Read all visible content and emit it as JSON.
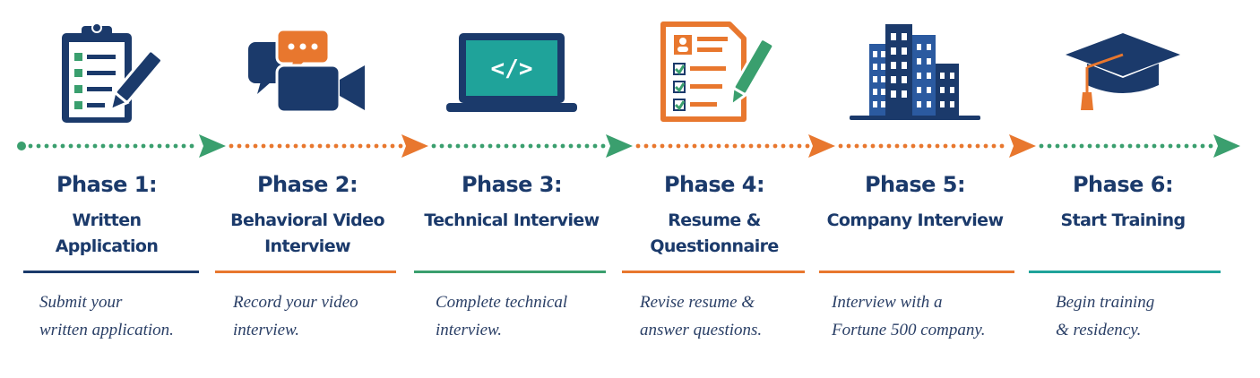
{
  "colors": {
    "navy": "#1b3a6b",
    "orange": "#e8772e",
    "green": "#3a9f6e",
    "teal": "#1fa39a"
  },
  "phases": [
    {
      "title": "Phase 1:",
      "subtitle_lines": [
        "Written",
        "Application"
      ],
      "description_lines": [
        "Submit your",
        "written application."
      ],
      "icon": "clipboard-checklist-pencil-icon",
      "underline_color": "#1b3a6b"
    },
    {
      "title": "Phase 2:",
      "subtitle_lines": [
        "Behavioral Video",
        "Interview"
      ],
      "description_lines": [
        "Record your video",
        "interview."
      ],
      "icon": "video-chat-camera-icon",
      "underline_color": "#e8772e"
    },
    {
      "title": "Phase 3:",
      "subtitle_lines": [
        "Technical Interview"
      ],
      "description_lines": [
        "Complete technical",
        "interview."
      ],
      "icon": "laptop-code-icon",
      "underline_color": "#3a9f6e"
    },
    {
      "title": "Phase 4:",
      "subtitle_lines": [
        "Resume &",
        "Questionnaire"
      ],
      "description_lines": [
        "Revise resume &",
        "answer questions."
      ],
      "icon": "resume-checklist-pen-icon",
      "underline_color": "#e8772e"
    },
    {
      "title": "Phase 5:",
      "subtitle_lines": [
        "Company Interview"
      ],
      "description_lines": [
        "Interview with a",
        "Fortune 500 company."
      ],
      "icon": "office-building-icon",
      "underline_color": "#e8772e"
    },
    {
      "title": "Phase 6:",
      "subtitle_lines": [
        "Start Training"
      ],
      "description_lines": [
        "Begin training",
        "& residency."
      ],
      "icon": "graduation-cap-icon",
      "underline_color": "#1fa39a"
    }
  ]
}
